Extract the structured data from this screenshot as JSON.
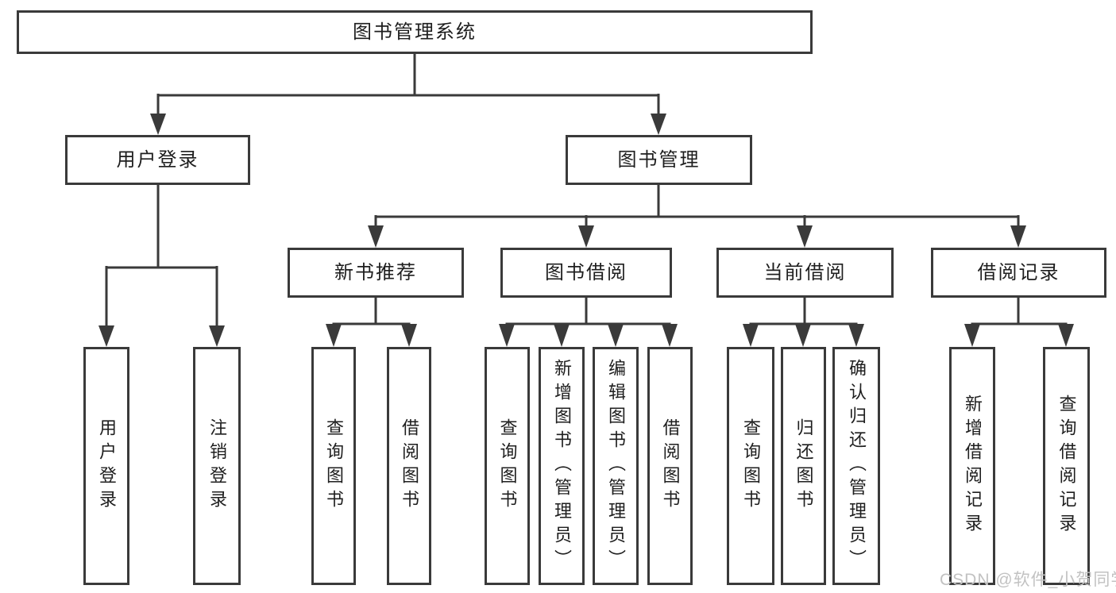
{
  "tree": {
    "root": "图书管理系统",
    "children": [
      {
        "label": "用户登录",
        "leaves": [
          "用户登录",
          "注销登录"
        ]
      },
      {
        "label": "图书管理",
        "children": [
          {
            "label": "新书推荐",
            "leaves": [
              "查询图书",
              "借阅图书"
            ]
          },
          {
            "label": "图书借阅",
            "leaves": [
              "查询图书",
              "新增图书（管理员）",
              "编辑图书（管理员）",
              "借阅图书"
            ]
          },
          {
            "label": "当前借阅",
            "leaves": [
              "查询图书",
              "归还图书",
              "确认归还（管理员）"
            ]
          },
          {
            "label": "借阅记录",
            "leaves": [
              "新增借阅记录",
              "查询借阅记录"
            ]
          }
        ]
      }
    ]
  },
  "watermark": "CSDN @软件_小贺同学",
  "colors": {
    "line": "#3a3a3a",
    "text": "#1e1e1e",
    "background": "#ffffff",
    "watermark": "#c2c2c2"
  }
}
